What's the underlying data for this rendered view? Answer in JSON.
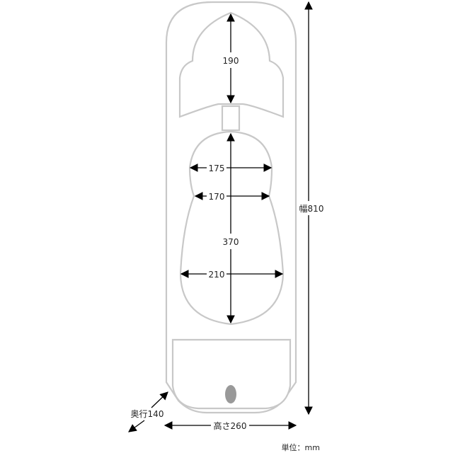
{
  "dimensions": {
    "top_length": "190",
    "upper_width": "175",
    "waist_width": "170",
    "body_length": "370",
    "lower_width": "210",
    "width_total": "幅810",
    "height_total": "高さ260",
    "depth_total": "奥行140"
  },
  "unit_label": "単位：mm",
  "colors": {
    "outline": "#c8c8c8",
    "arrow": "#000000",
    "knob": "#999999"
  }
}
